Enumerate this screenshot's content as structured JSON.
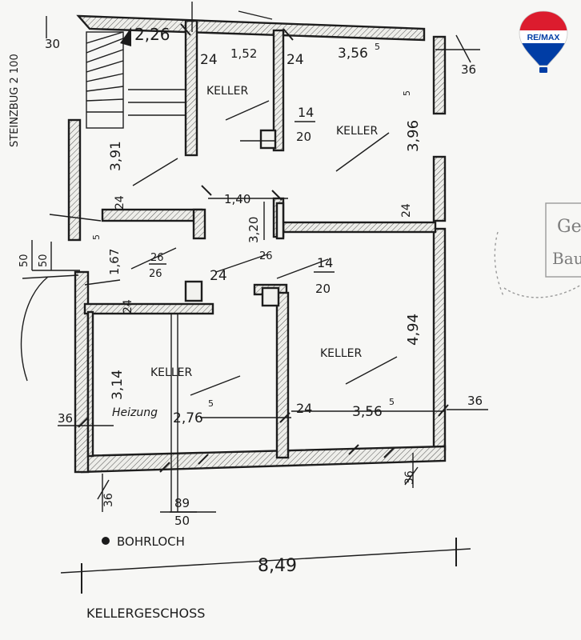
{
  "brand": {
    "logo_text": "RE/MAX"
  },
  "plan": {
    "rooms": [
      "KELLER",
      "KELLER",
      "KELLER",
      "KELLER"
    ],
    "heating": "Heizung",
    "floor_title": "KELLERGESCHOSS",
    "borehole": "BOHRLOCH",
    "stair_note": "STEINZBUG 2 100",
    "overall_width": "8,49"
  },
  "dims": {
    "d_30": "30",
    "d_226": "2,26",
    "d_24a": "24",
    "d_152": "1,52",
    "d_24b": "24",
    "d_356top": "3,56",
    "d_sup5a": "5",
    "d_36tr": "36",
    "d_3965": "3,96",
    "d_sup5b": "5",
    "d_14a_num": "14",
    "d_14a_den": "20",
    "d_391": "3,91",
    "d_24c": "24",
    "d_140": "1,40",
    "d_320": "3,20",
    "d_24d": "24",
    "d_50a": "50",
    "d_50b": "50",
    "d_167": "1,67",
    "d_sup5c": "5",
    "d_26_num": "26",
    "d_26_den": "26",
    "d_24e": "24",
    "d_26b": "26",
    "d_14b_num": "14",
    "d_14b_den": "20",
    "d_494": "4,94",
    "d_24f": "24",
    "d_314": "3,14",
    "d_36l": "36",
    "d_276": "2,76",
    "d_sup5d": "5",
    "d_24g": "24",
    "d_356bot": "3,56",
    "d_sup5e": "5",
    "d_36br": "36",
    "d_36bl": "36",
    "d_36bb": "36",
    "d_89": "89",
    "d_50c": "50"
  },
  "stamp": {
    "line1": "Ge",
    "line2": "Bau"
  }
}
